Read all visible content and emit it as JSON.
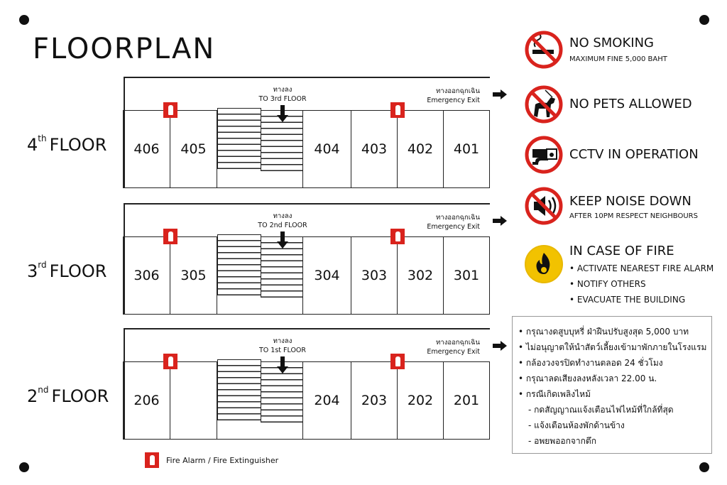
{
  "title": "FLOORPLAN",
  "floors": [
    {
      "num": "4",
      "suffix": "th",
      "word": "FLOOR",
      "rooms": [
        "406",
        "405",
        "404",
        "403",
        "402",
        "401"
      ],
      "stairs_th": "ทางลง",
      "stairs_en": "TO 3rd FLOOR",
      "exit_th": "ทางออกฉุกเฉิน",
      "exit_en": "Emergency Exit"
    },
    {
      "num": "3",
      "suffix": "rd",
      "word": "FLOOR",
      "rooms": [
        "306",
        "305",
        "304",
        "303",
        "302",
        "301"
      ],
      "stairs_th": "ทางลง",
      "stairs_en": "TO 2nd FLOOR",
      "exit_th": "ทางออกฉุกเฉิน",
      "exit_en": "Emergency Exit"
    },
    {
      "num": "2",
      "suffix": "nd",
      "word": "FLOOR",
      "rooms": [
        "206",
        null,
        "204",
        "203",
        "202",
        "201"
      ],
      "stairs_th": "ทางลง",
      "stairs_en": "TO 1st FLOOR",
      "exit_th": "ทางออกฉุกเฉิน",
      "exit_en": "Emergency Exit"
    }
  ],
  "signs": {
    "no_smoking": {
      "title": "NO SMOKING",
      "sub": "MAXIMUM FINE 5,000 BAHT",
      "icon": "no-smoking-icon"
    },
    "no_pets": {
      "title": "NO PETS ALLOWED",
      "icon": "no-pets-icon"
    },
    "cctv": {
      "title": "CCTV IN OPERATION",
      "icon": "cctv-icon"
    },
    "noise": {
      "title": "KEEP NOISE DOWN",
      "sub": "AFTER 10PM RESPECT NEIGHBOURS",
      "icon": "no-noise-icon"
    },
    "fire": {
      "title": "IN CASE OF FIRE",
      "items": [
        "• ACTIVATE NEAREST FIRE ALARM",
        "• NOTIFY OTHERS",
        "• EVACUATE THE BUILDING"
      ],
      "icon": "fire-icon"
    }
  },
  "thai_notes": [
    "• กรุณางดสูบบุหรี่ ฝ่าฝืนปรับสูงสุด 5,000 บาท",
    "• ไม่อนุญาตให้นำสัตว์เลี้ยงเข้ามาพักภายในโรงแรม",
    "• กล้องวงจรปิดทำงานตลอด 24 ชั่วโมง",
    "• กรุณาลดเสียงลงหลังเวลา 22.00 น.",
    "• กรณีเกิดเพลิงไหม้",
    "   - กดสัญญาณแจ้งเตือนไฟไหม้ที่ใกล้ที่สุด",
    "   - แจ้งเตือนห้องพักด้านข้าง",
    "   - อพยพออกจากตึก"
  ],
  "legend": "Fire Alarm / Fire Extinguisher",
  "colors": {
    "red": "#d9231d",
    "yellow": "#f2c200"
  }
}
